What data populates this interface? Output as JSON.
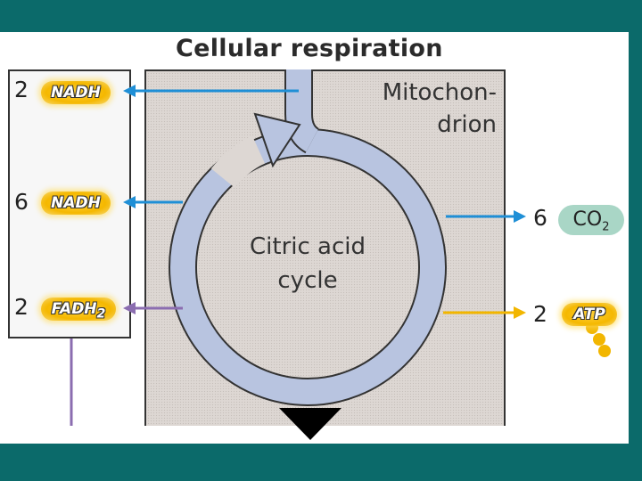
{
  "diagram": {
    "title": "Cellular respiration",
    "mitochondrion_label_line1": "Mitochon-",
    "mitochondrion_label_line2": "drion",
    "cycle_label_line1": "Citric acid",
    "cycle_label_line2": "cycle",
    "left_outputs": [
      {
        "count": "2",
        "molecule": "NADH"
      },
      {
        "count": "6",
        "molecule": "NADH"
      },
      {
        "count": "2",
        "molecule": "FADH",
        "subscript": "2"
      }
    ],
    "right_outputs": [
      {
        "count": "6",
        "molecule": "CO",
        "subscript": "2"
      },
      {
        "count": "2",
        "molecule": "ATP"
      }
    ],
    "colors": {
      "background": "#0b6a6a",
      "mitochondrion_fill": "#ddd7d3",
      "cycle_arrow_fill": "#b8c4e0",
      "nadh_arrow": "#1f8fd6",
      "fadh_arrow": "#8b6db0",
      "atp_arrow": "#f2b600",
      "co2_pill": "#a9d6c6"
    }
  }
}
